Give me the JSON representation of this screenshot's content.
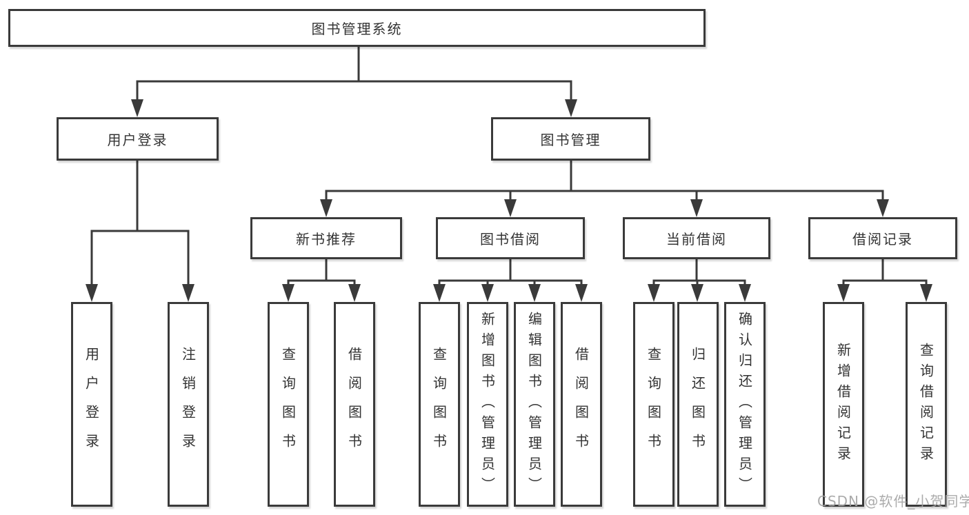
{
  "tree": {
    "root": {
      "label": "图书管理系统"
    },
    "children": [
      {
        "label": "用户登录",
        "children": [
          {
            "label": "用户登录"
          },
          {
            "label": "注销登录"
          }
        ]
      },
      {
        "label": "图书管理",
        "children": [
          {
            "label": "新书推荐",
            "children": [
              {
                "label": "查询图书"
              },
              {
                "label": "借阅图书"
              }
            ]
          },
          {
            "label": "图书借阅",
            "children": [
              {
                "label": "查询图书"
              },
              {
                "label": "新增图书（管理员）"
              },
              {
                "label": "编辑图书（管理员）"
              },
              {
                "label": "借阅图书"
              }
            ]
          },
          {
            "label": "当前借阅",
            "children": [
              {
                "label": "查询图书"
              },
              {
                "label": "归还图书"
              },
              {
                "label": "确认归还（管理员）"
              }
            ]
          },
          {
            "label": "借阅记录",
            "children": [
              {
                "label": "新增借阅记录"
              },
              {
                "label": "查询借阅记录"
              }
            ]
          }
        ]
      }
    ]
  },
  "watermark": {
    "text": "CSDN @软件_小贺同学"
  },
  "colors": {
    "line": "#3a3a3a",
    "text": "#333333",
    "background": "#ffffff",
    "watermark": "#a4a4a4"
  }
}
